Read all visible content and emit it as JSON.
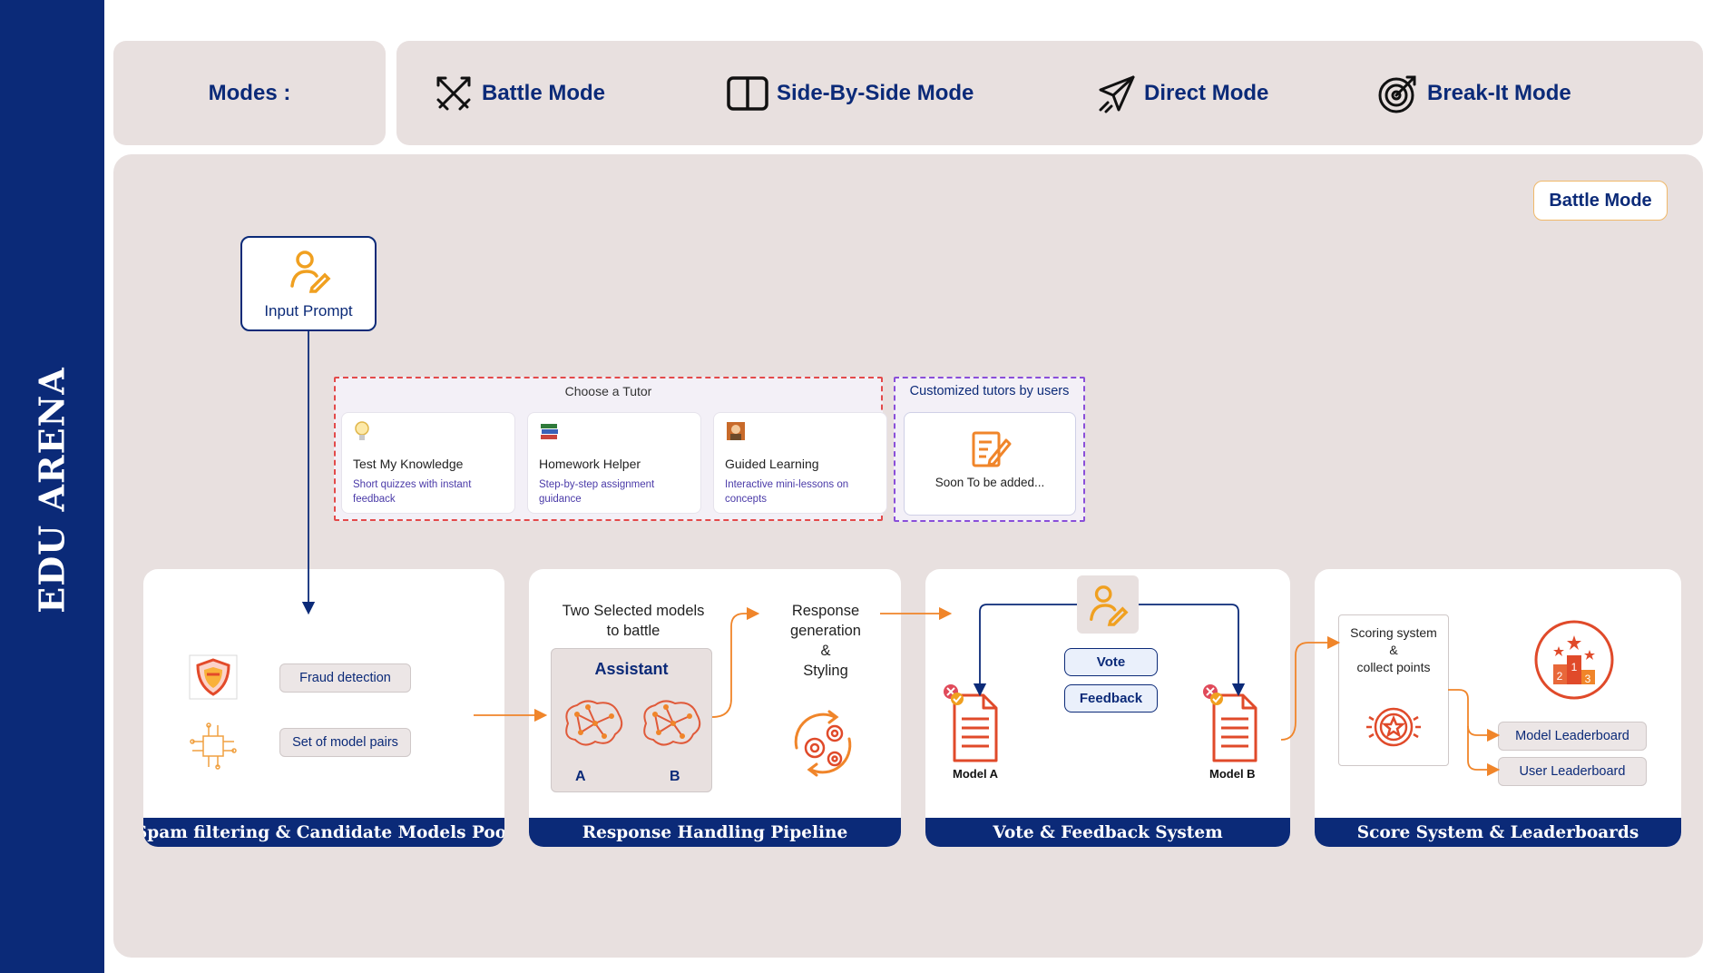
{
  "app_title": "EDU ARENA",
  "modes": {
    "label": "Modes :",
    "items": [
      {
        "label": "Battle Mode",
        "icon": "crossed-swords-icon"
      },
      {
        "label": "Side-By-Side Mode",
        "icon": "open-book-icon"
      },
      {
        "label": "Direct Mode",
        "icon": "paper-plane-icon"
      },
      {
        "label": "Break-It Mode",
        "icon": "target-arrow-icon"
      }
    ]
  },
  "active_mode_badge": "Battle Mode",
  "input_prompt": {
    "label": "Input Prompt",
    "icon": "user-edit-icon"
  },
  "tutors": {
    "title": "Choose a Tutor",
    "cards": [
      {
        "title": "Test My Knowledge",
        "description": "Short quizzes with instant feedback",
        "icon": "lightbulb-icon"
      },
      {
        "title": "Homework Helper",
        "description": "Step-by-step assignment guidance",
        "icon": "books-icon"
      },
      {
        "title": "Guided Learning",
        "description": "Interactive mini-lessons on concepts",
        "icon": "teacher-icon"
      }
    ]
  },
  "custom_tutors": {
    "title": "Customized tutors by users",
    "label": "Soon To be added...",
    "icon": "edit-document-icon"
  },
  "stages": {
    "spam": {
      "footer": "Spam filtering & Candidate Models Pool",
      "fraud_label": "Fraud detection",
      "pairs_label": "Set of model pairs"
    },
    "response": {
      "footer": "Response Handling Pipeline",
      "selected_text_1": "Two Selected models",
      "selected_text_2": "to battle",
      "assistant_title": "Assistant",
      "model_a": "A",
      "model_b": "B",
      "gen_line_1": "Response",
      "gen_line_2": "generation",
      "gen_line_3": "&",
      "gen_line_4": "Styling"
    },
    "vote": {
      "footer": "Vote & Feedback System",
      "vote_label": "Vote",
      "feedback_label": "Feedback",
      "model_a_label": "Model A",
      "model_b_label": "Model B"
    },
    "score": {
      "footer": "Score System & Leaderboards",
      "scoring_line_1": "Scoring system",
      "scoring_line_2": "&",
      "scoring_line_3": "collect points",
      "model_leaderboard": "Model Leaderboard",
      "user_leaderboard": "User Leaderboard"
    }
  },
  "colors": {
    "navy": "#0b2a78",
    "panel": "#e8e0df",
    "orange": "#f0852a",
    "red": "#e34a4a"
  }
}
